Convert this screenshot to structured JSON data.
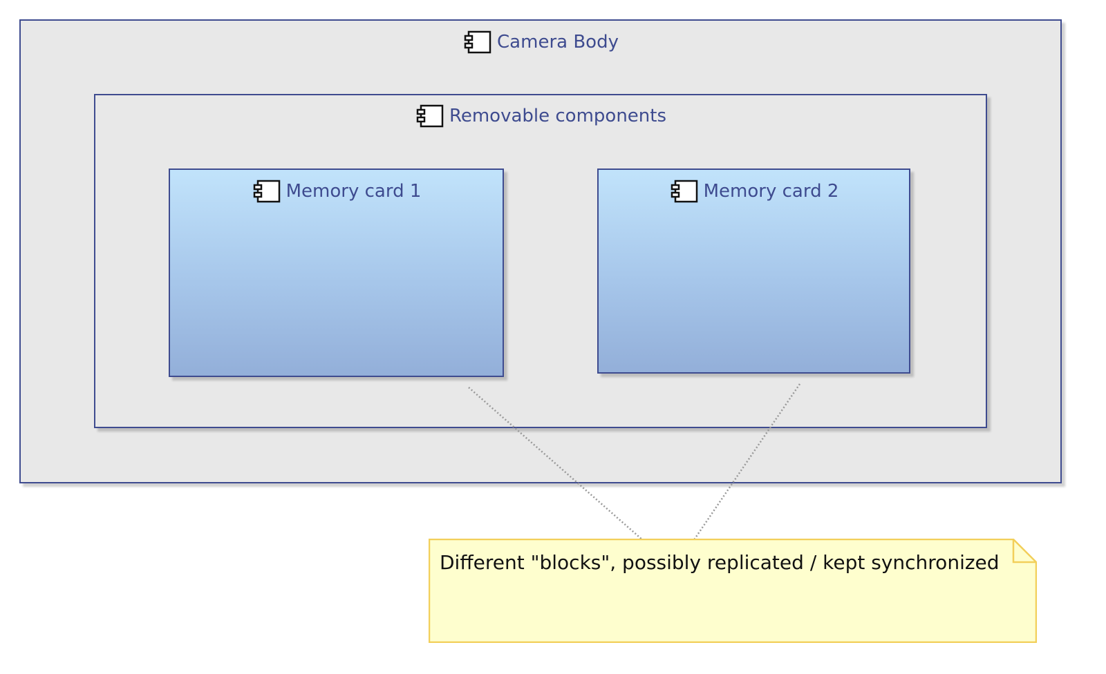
{
  "diagram": {
    "camera_body": {
      "label": "Camera Body",
      "icon": "component-icon"
    },
    "removable_components": {
      "label": "Removable components",
      "icon": "component-icon"
    },
    "memory_card_1": {
      "label": "Memory card 1",
      "icon": "component-icon"
    },
    "memory_card_2": {
      "label": "Memory card 2",
      "icon": "component-icon"
    },
    "note": {
      "text": "Different \"blocks\", possibly replicated / kept synchronized"
    },
    "colors": {
      "container_fill": "#e8e8e8",
      "border": "#3e4b8f",
      "label_text": "#3e4b8f",
      "card_gradient_top": "#c1e3fb",
      "card_gradient_bottom": "#93afd9",
      "note_fill": "#fefece",
      "note_border": "#f2cf5a",
      "connector": "#999999"
    }
  }
}
